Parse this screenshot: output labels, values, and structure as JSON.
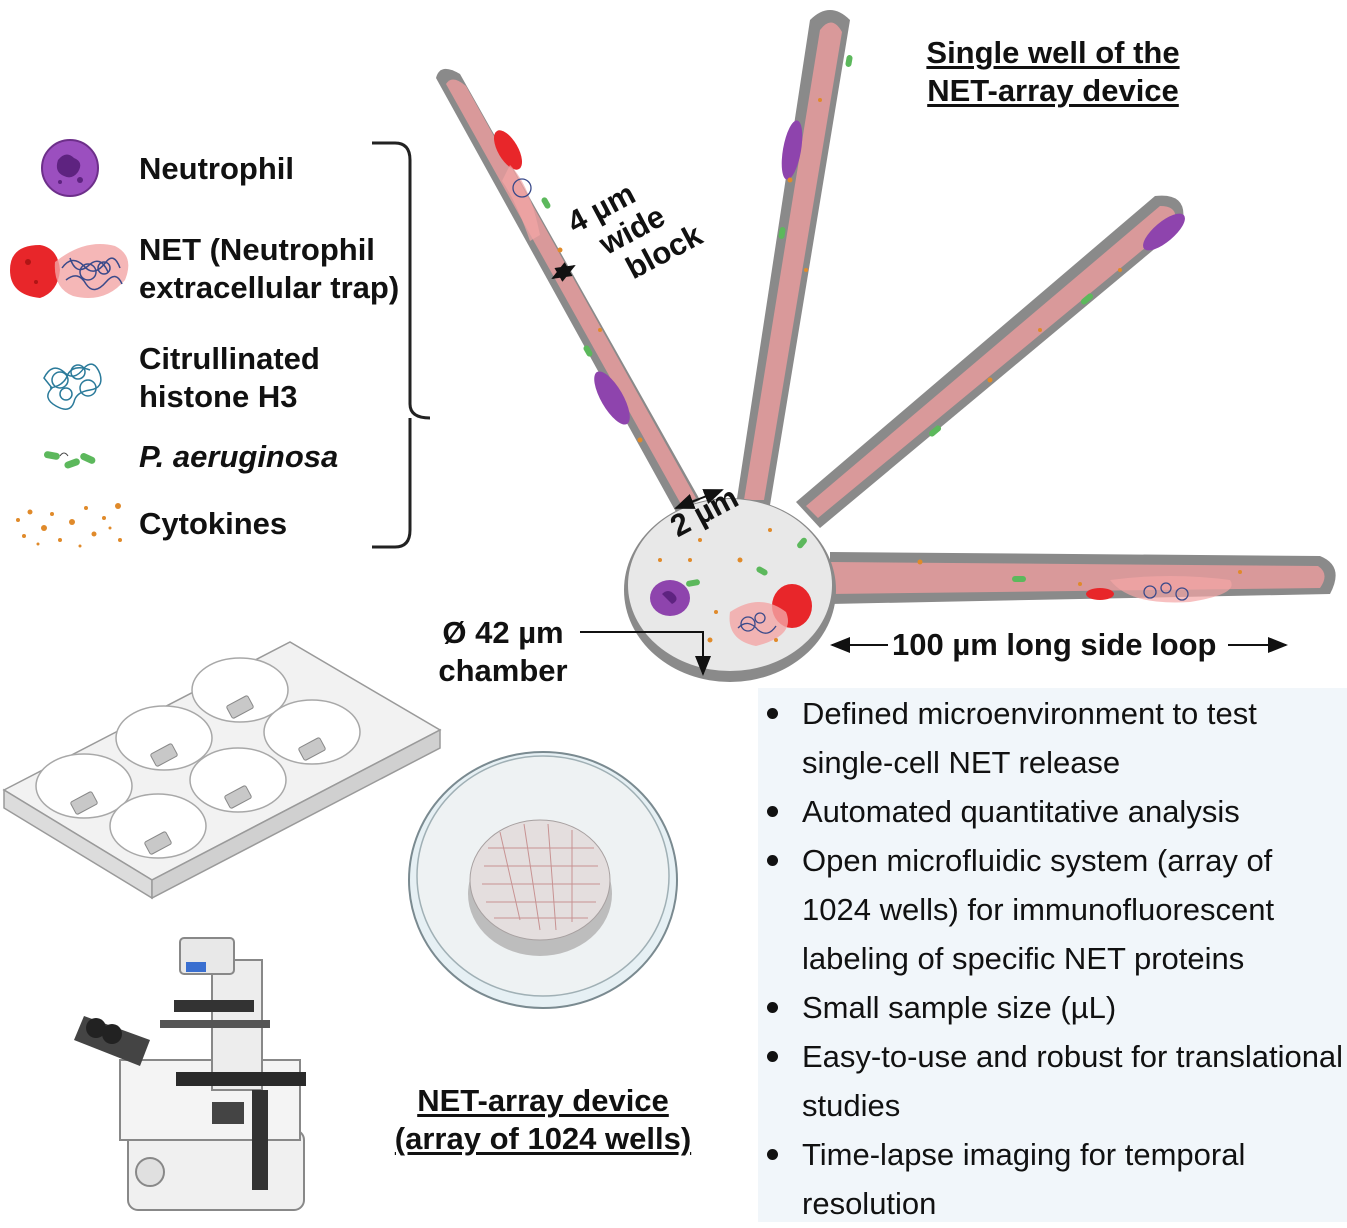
{
  "well_title": {
    "line1": "Single well of the",
    "line2": "NET-array device"
  },
  "legend": {
    "items": [
      {
        "label": "Neutrophil",
        "icon": "neutrophil-icon"
      },
      {
        "label_line1": "NET (Neutrophil",
        "label_line2": "extracellular trap)",
        "icon": "net-icon"
      },
      {
        "label_line1": "Citrullinated",
        "label_line2": "histone H3",
        "icon": "histone-icon"
      },
      {
        "label": "P. aeruginosa",
        "icon": "bacteria-icon"
      },
      {
        "label": "Cytokines",
        "icon": "cytokines-icon"
      }
    ]
  },
  "dimensions": {
    "block_line1": "4 µm",
    "block_line2": "wide",
    "block_line3": "block",
    "inlet": "2 µm",
    "chamber_line1": "Ø 42 µm",
    "chamber_line2": "chamber",
    "loop": "100 µm long side loop"
  },
  "device_title": {
    "line1": "NET-array device",
    "line2": "(array of 1024 wells)"
  },
  "features": [
    "Defined microenvironment to test single-cell NET release",
    "Automated quantitative analysis",
    "Open microfluidic system (array of 1024 wells) for immunofluorescent labeling of specific NET proteins",
    "Small sample size (µL)",
    "Easy-to-use and robust for translational studies",
    "Time-lapse imaging for temporal resolution"
  ],
  "colors": {
    "neutrophil": "#8e44ad",
    "net_red": "#e8262a",
    "net_pink": "#f19a9a",
    "bacteria": "#5cb85c",
    "cytokine": "#e08a2a",
    "channel_fill": "#d9999a",
    "wall": "#7a7a7a",
    "panel": "#f1f6fa"
  }
}
